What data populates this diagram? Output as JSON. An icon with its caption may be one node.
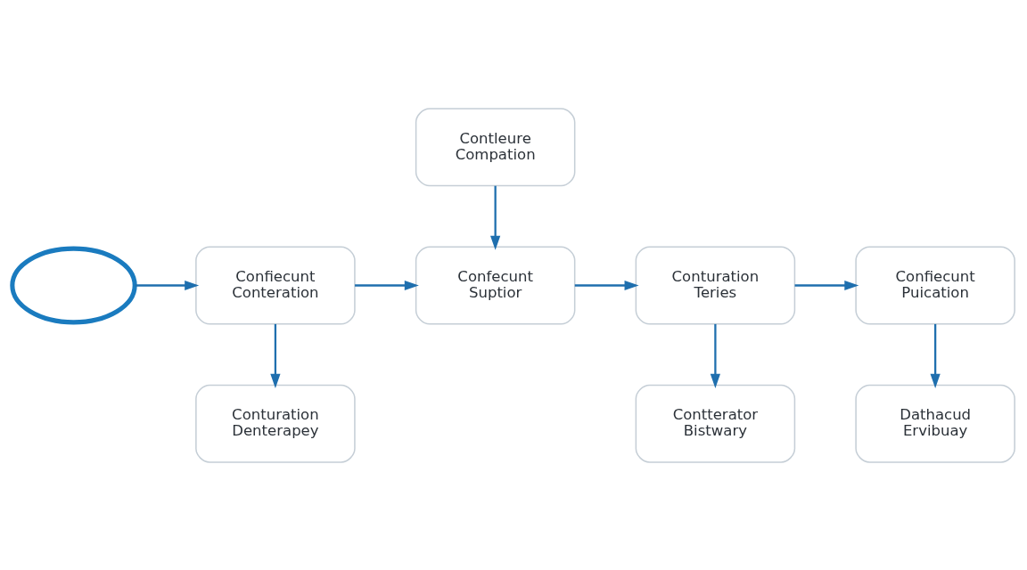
{
  "diagram": {
    "nodes": [
      {
        "text": [
          "Contleure Compation"
        ]
      },
      {
        "text": [],
        "shape": "cloud"
      },
      {
        "text": [
          "Confiecunt Conteration"
        ]
      },
      {
        "text": [
          "Confecunt Suptior"
        ]
      },
      {
        "text": [
          "Conturation Teries"
        ]
      },
      {
        "text": [
          "Confiecunt Puication"
        ]
      },
      {
        "text": [
          "Conturation Denterapey"
        ]
      },
      {
        "text": [
          "Contterator Bistwary"
        ]
      },
      {
        "text": [
          "Dathacud Ervibuay"
        ]
      }
    ],
    "edges": [
      {
        "from": 1,
        "to": 2,
        "arrow": "to"
      },
      {
        "from": 2,
        "to": 3,
        "arrow": "to"
      },
      {
        "from": 0,
        "to": 3,
        "arrow": "to"
      },
      {
        "from": 3,
        "to": 4,
        "arrow": "to"
      },
      {
        "from": 4,
        "to": 5,
        "arrow": "to"
      },
      {
        "from": 2,
        "to": 6,
        "arrow": "to"
      },
      {
        "from": 4,
        "to": 7,
        "arrow": "to"
      },
      {
        "from": 5,
        "to": 8,
        "arrow": "to"
      }
    ]
  }
}
